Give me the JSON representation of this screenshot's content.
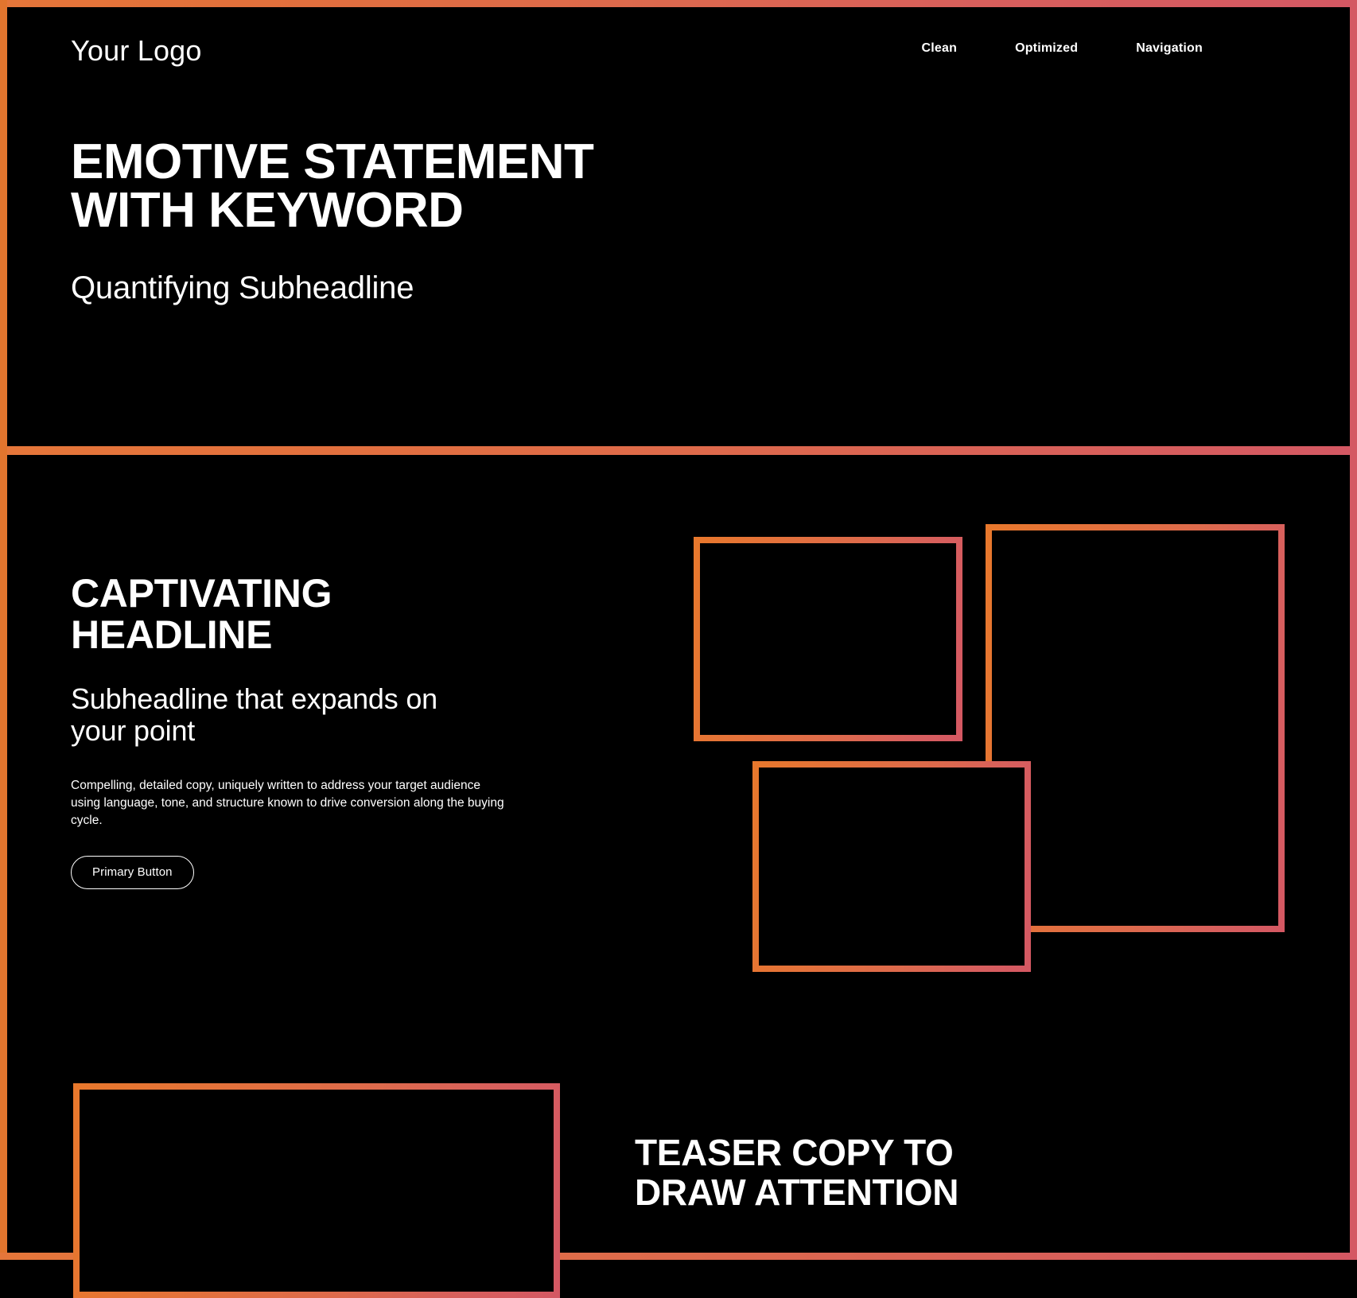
{
  "theme": {
    "background": "#000000",
    "text": "#ffffff",
    "accent_start": "#e8782c",
    "accent_end": "#d45863"
  },
  "header": {
    "logo": "Your Logo",
    "nav": [
      {
        "label": "Clean"
      },
      {
        "label": "Optimized"
      },
      {
        "label": "Navigation"
      }
    ]
  },
  "hero": {
    "headline": "EMOTIVE STATEMENT\nWITH KEYWORD",
    "subheadline": "Quantifying Subheadline"
  },
  "feature": {
    "headline": "CAPTIVATING\nHEADLINE",
    "subheadline": "Subheadline that expands on\nyour point",
    "body": "Compelling, detailed copy, uniquely written to address your target audience using language, tone, and structure known to drive conversion along the buying cycle.",
    "button_label": "Primary Button"
  },
  "media": {
    "boxes": [
      {
        "name": "image-placeholder-1"
      },
      {
        "name": "image-placeholder-2"
      },
      {
        "name": "image-placeholder-3"
      },
      {
        "name": "image-placeholder-4"
      }
    ]
  },
  "teaser": {
    "headline": "TEASER COPY TO\nDRAW ATTENTION"
  }
}
